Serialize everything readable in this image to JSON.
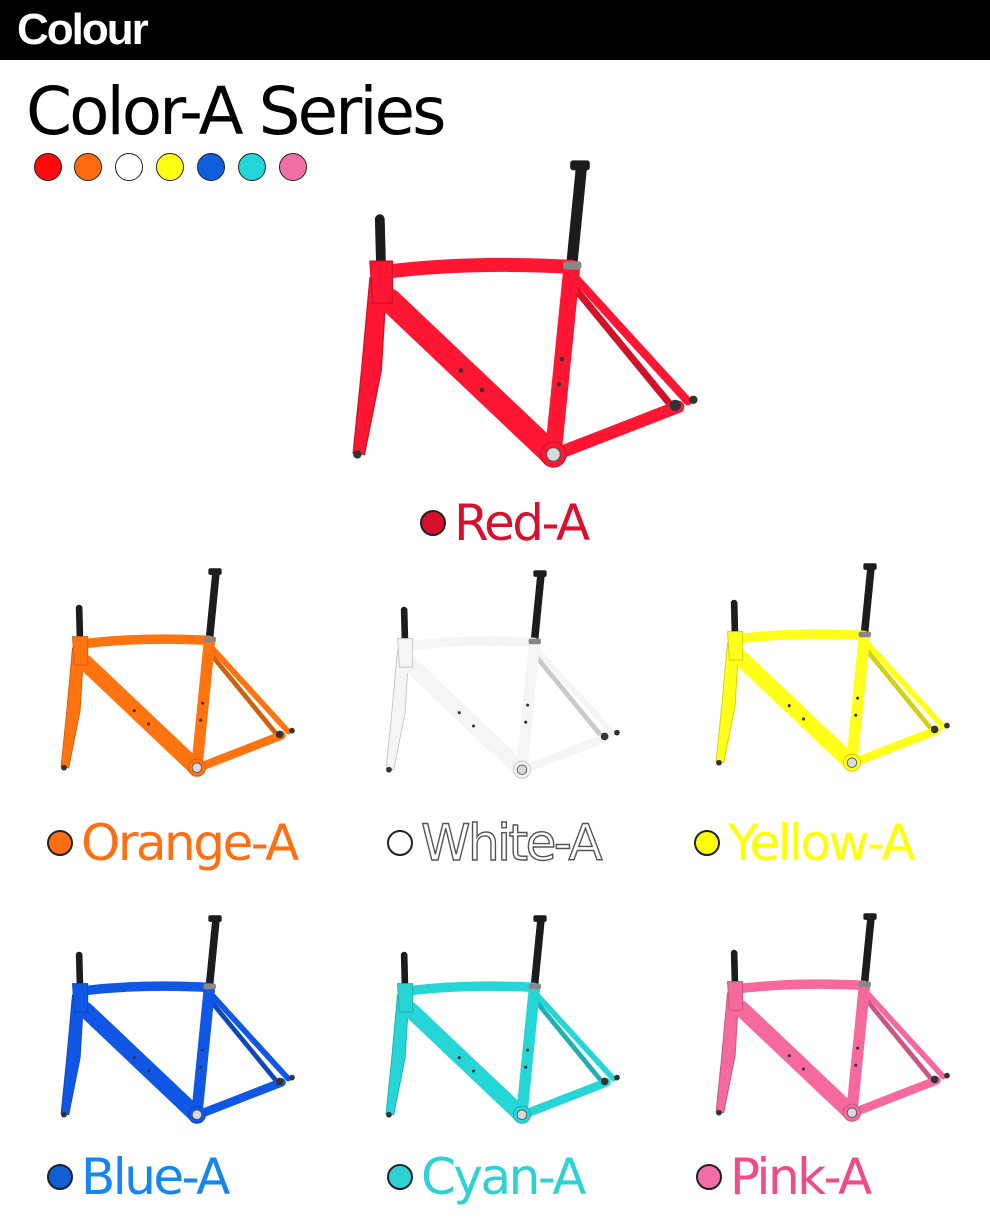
{
  "header": {
    "title": "Colour"
  },
  "series_title": "Color-A Series",
  "swatches": [
    {
      "color": "#ff0a0a"
    },
    {
      "color": "#ff6a0e"
    },
    {
      "color": "#ffffff"
    },
    {
      "color": "#ffff14"
    },
    {
      "color": "#0f5fdc"
    },
    {
      "color": "#24d6d8"
    },
    {
      "color": "#f46ea6"
    }
  ],
  "frames": [
    {
      "label": "Red-A",
      "frame_color": "#ff1633",
      "text_color": "#d8102e",
      "dot_color": "#d8102e"
    },
    {
      "label": "Orange-A",
      "frame_color": "#ff7410",
      "text_color": "#ff6e12",
      "dot_color": "#ff6e12"
    },
    {
      "label": "White-A",
      "frame_color": "#f5f5f5",
      "text_color": "#ffffff",
      "dot_color": "#ffffff"
    },
    {
      "label": "Yellow-A",
      "frame_color": "#ffff1a",
      "text_color": "#ffff00",
      "dot_color": "#ffff00"
    },
    {
      "label": "Blue-A",
      "frame_color": "#1157e6",
      "text_color": "#1585f0",
      "dot_color": "#1060d8"
    },
    {
      "label": "Cyan-A",
      "frame_color": "#26d6d6",
      "text_color": "#2dd2d4",
      "dot_color": "#2dd2d4"
    },
    {
      "label": "Pink-A",
      "frame_color": "#f5699d",
      "text_color": "#f24a86",
      "dot_color": "#f36ea6"
    }
  ]
}
